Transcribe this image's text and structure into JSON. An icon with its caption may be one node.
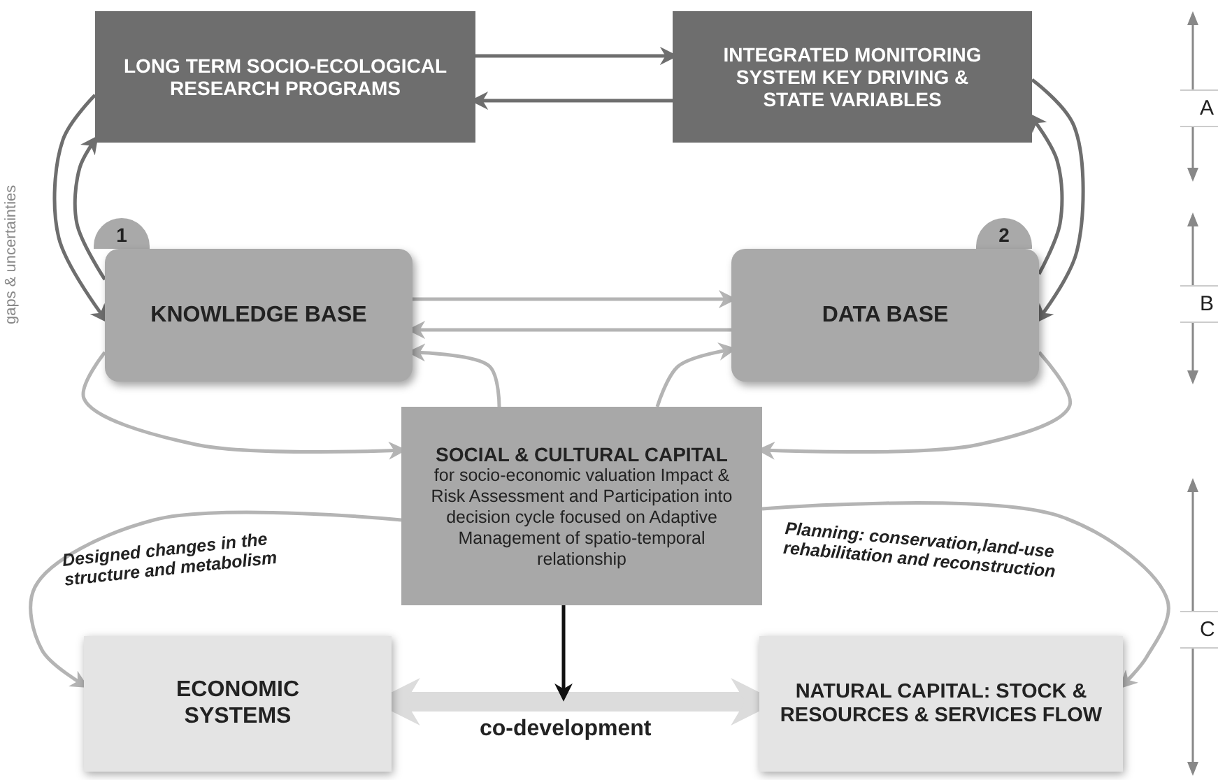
{
  "diagram": {
    "nodes": [
      {
        "text": [
          "LONG TERM SOCIO-ECOLOGICAL RESEARCH PROGRAMS"
        ]
      },
      {
        "text": [
          "INTEGRATED MONITORING SYSTEM KEY DRIVING & STATE VARIABLES"
        ]
      },
      {
        "text": [
          "1"
        ]
      },
      {
        "text": [
          "KNOWLEDGE BASE"
        ]
      },
      {
        "text": [
          "2"
        ]
      },
      {
        "text": [
          "DATA BASE"
        ]
      },
      {
        "text": [
          "SOCIAL  & CULTURAL CAPITAL",
          "for socio-economic valuation Impact & Risk Assessment and Participation into decision cycle focused on Adaptive Management of spatio-temporal relationship"
        ]
      },
      {
        "text": [
          "ECONOMIC SYSTEMS"
        ]
      },
      {
        "text": [
          "NATURAL CAPITAL: STOCK & RESOURCES & SERVICES FLOW"
        ]
      }
    ],
    "edges": [
      {
        "from": 0,
        "to": 1,
        "arrow": "to",
        "color": "#6e6e6e"
      },
      {
        "from": 1,
        "to": 0,
        "arrow": "to",
        "color": "#6e6e6e"
      },
      {
        "from": 0,
        "to": 3,
        "arrow": "to",
        "color": "#6e6e6e"
      },
      {
        "from": 3,
        "to": 0,
        "arrow": "to",
        "color": "#6e6e6e"
      },
      {
        "from": 1,
        "to": 5,
        "arrow": "to",
        "color": "#6e6e6e"
      },
      {
        "from": 5,
        "to": 1,
        "arrow": "to",
        "color": "#6e6e6e"
      },
      {
        "from": 3,
        "to": 5,
        "arrow": "to"
      },
      {
        "from": 5,
        "to": 3,
        "arrow": "to"
      },
      {
        "from": 3,
        "to": 6,
        "arrow": "to"
      },
      {
        "from": 6,
        "to": 3,
        "arrow": "to"
      },
      {
        "from": 6,
        "to": 5,
        "arrow": "to"
      },
      {
        "from": 5,
        "to": 6,
        "arrow": "to"
      },
      {
        "from": 6,
        "to": 7,
        "arrow": "to",
        "label": "Designed changes in the structure and metabolism"
      },
      {
        "from": 6,
        "to": 8,
        "arrow": "to",
        "label": "Planning: conservation,land-use rehabilitation and reconstruction"
      },
      {
        "from": 7,
        "to": 8,
        "arrow": "both",
        "label": "co-development",
        "style": "thick",
        "color": "#dcdcdc"
      },
      {
        "from": 6,
        "to": null,
        "arrow": "to",
        "color": "#111111"
      }
    ],
    "labels": [
      "gaps & uncertainties",
      "A",
      "B",
      "C"
    ]
  }
}
